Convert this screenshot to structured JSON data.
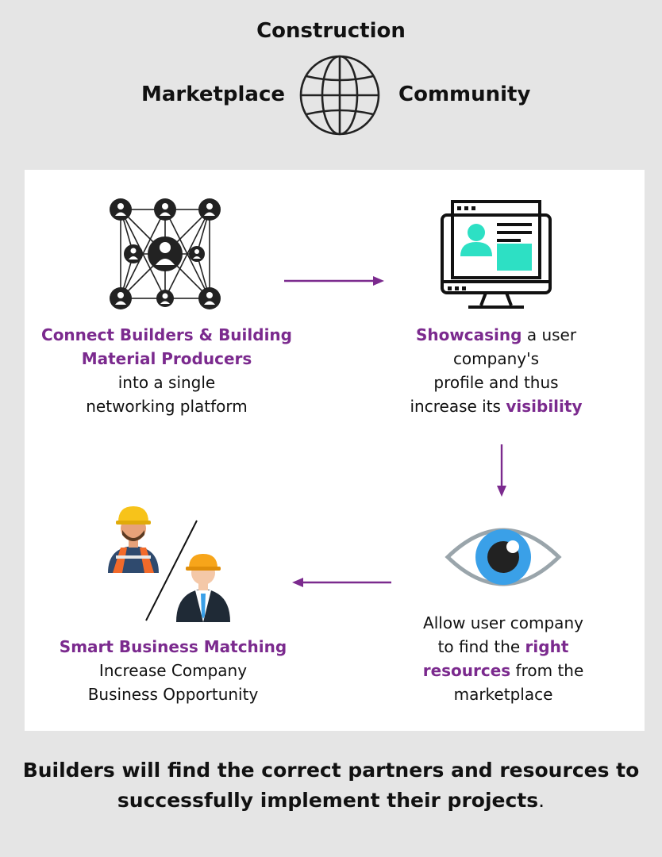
{
  "header": {
    "top_label": "Construction",
    "left_label": "Marketplace",
    "right_label": "Community"
  },
  "steps": {
    "connect": {
      "highlight1": "Connect Builders & Building",
      "highlight2": "Material Producers",
      "line3": "into a single",
      "line4": "networking platform"
    },
    "showcase": {
      "highlight": "Showcasing",
      "rest1": " a user",
      "line2": "company's",
      "line3": "profile and thus",
      "line4_pre": "increase its ",
      "line4_highlight": "visibility"
    },
    "find": {
      "line1": "Allow user company",
      "line2_pre": "to find the ",
      "line2_highlight": "right",
      "line3_highlight": "resources",
      "line3_post": " from the",
      "line4": "marketplace"
    },
    "match": {
      "highlight": "Smart Business Matching",
      "line2": "Increase Company",
      "line3": "Business Opportunity"
    }
  },
  "footer": {
    "line1": "Builders will find the correct partners and resources to",
    "line2": "successfully implement their projects",
    "period": "."
  },
  "colors": {
    "accent": "#7b2a8e",
    "panel": "#ffffff",
    "background": "#e5e5e5",
    "screen_teal": "#2de0c4",
    "eye_blue": "#3aa0e8"
  },
  "icons": {
    "globe": "globe-icon",
    "network": "network-icon",
    "monitor": "monitor-profile-icon",
    "eye": "eye-icon",
    "workers": "workers-icon"
  }
}
